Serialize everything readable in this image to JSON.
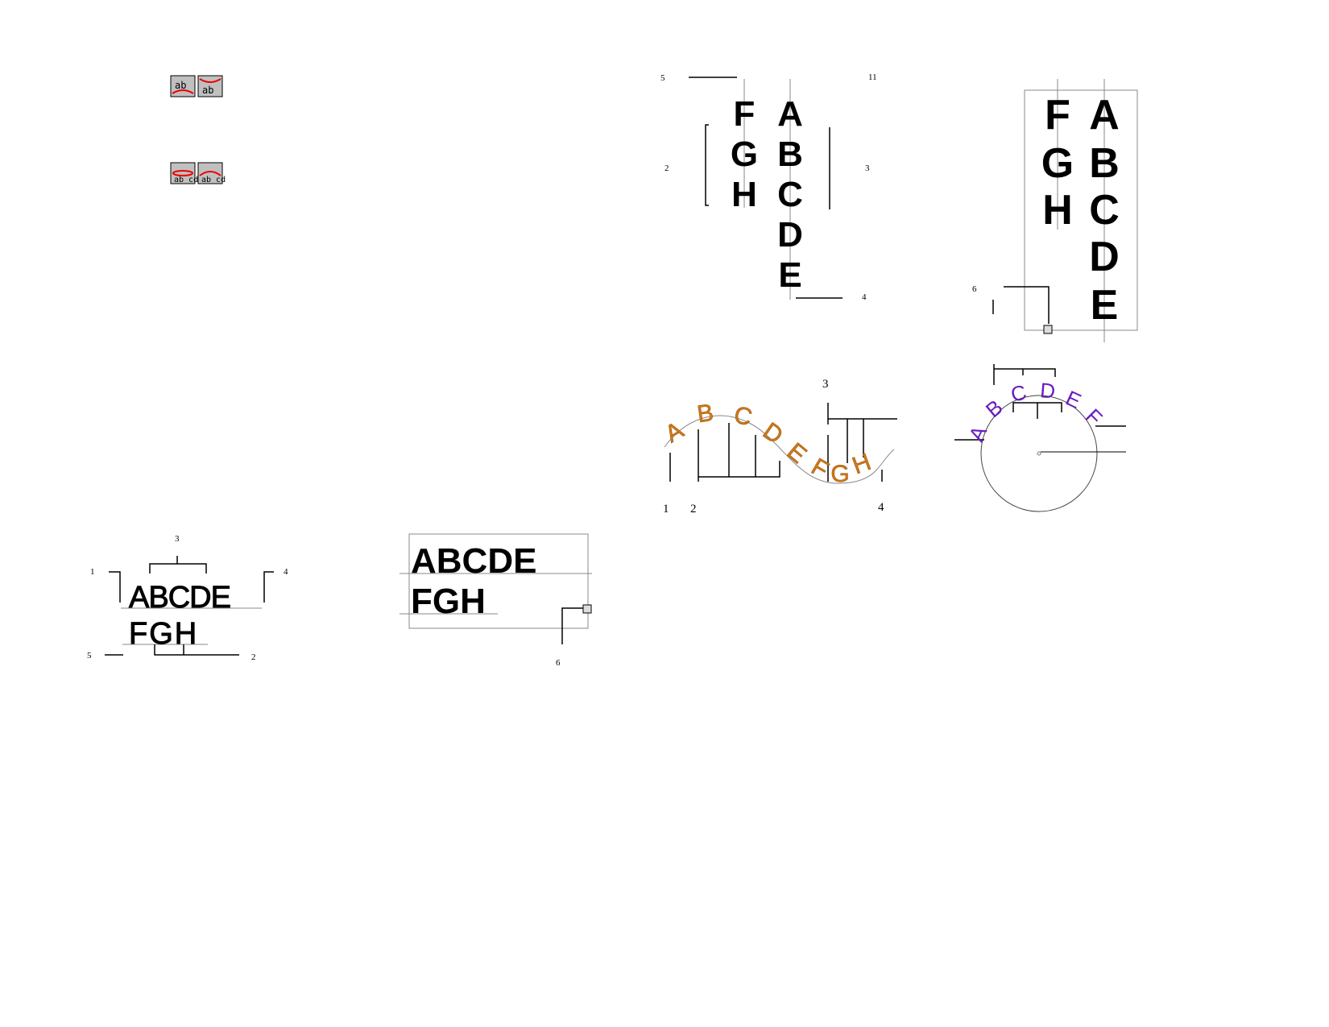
{
  "toolbar": {
    "buttons": [
      {
        "label": "ab",
        "icon": "arc-below-icon"
      },
      {
        "label": "ab",
        "icon": "arc-above-icon"
      },
      {
        "label": "ab cd",
        "icon": "circle-inside-icon"
      },
      {
        "label": "ab cd",
        "icon": "circle-between-icon"
      }
    ]
  },
  "vertical_text_1": {
    "col1": [
      "F",
      "G",
      "H"
    ],
    "col2": [
      "A",
      "B",
      "C",
      "D",
      "E"
    ],
    "callouts": [
      "5",
      "11",
      "2",
      "3",
      "4"
    ]
  },
  "vertical_text_2": {
    "col1": [
      "F",
      "G",
      "H"
    ],
    "col2": [
      "A",
      "B",
      "C",
      "D",
      "E"
    ],
    "callouts": [
      "6"
    ]
  },
  "wave_text": {
    "letters": [
      "A",
      "B",
      "C",
      "D",
      "E",
      "F",
      "G",
      "H"
    ],
    "callouts": [
      "1",
      "2",
      "3",
      "4"
    ],
    "color": "#d07a1a"
  },
  "circle_text": {
    "letters": [
      "A",
      "B",
      "C",
      "D",
      "E",
      "F"
    ],
    "color": "#6a1bbf"
  },
  "horizontal_text_1": {
    "line1": "ABCDE",
    "line2": "FGH",
    "callouts": [
      "1",
      "2",
      "3",
      "4",
      "5"
    ]
  },
  "horizontal_text_2": {
    "line1": "ABCDE",
    "line2": "FGH",
    "callouts": [
      "6"
    ]
  }
}
